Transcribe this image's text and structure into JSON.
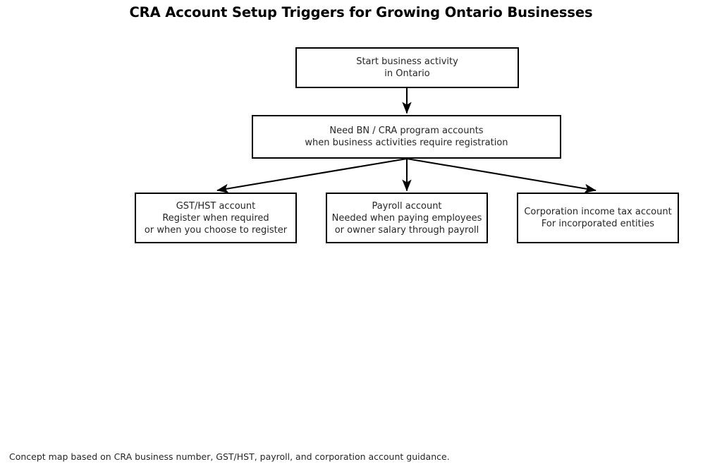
{
  "diagram": {
    "title": "CRA Account Setup Triggers for Growing Ontario Businesses",
    "footer": "Concept map based on CRA business number, GST/HST, payroll, and corporation account guidance.",
    "colors": {
      "background": "#ffffff",
      "border": "#000000",
      "text": "#262626",
      "title": "#000000",
      "connector": "#000000"
    },
    "nodes": [
      {
        "id": "start",
        "lines": [
          "Start business activity",
          "in Ontario"
        ]
      },
      {
        "id": "need",
        "lines": [
          "Need BN / CRA program accounts",
          "when business activities require registration"
        ]
      },
      {
        "id": "gst",
        "lines": [
          "GST/HST account",
          "Register when required",
          "or when you choose to register"
        ]
      },
      {
        "id": "payroll",
        "lines": [
          "Payroll account",
          "Needed when paying employees",
          "or owner salary through payroll"
        ]
      },
      {
        "id": "corp",
        "lines": [
          "Corporation income tax account",
          "For incorporated entities"
        ]
      }
    ],
    "connectors": [
      {
        "id": "start-to-need",
        "from": "start",
        "to": "need"
      },
      {
        "id": "need-to-gst",
        "from": "need",
        "to": "gst"
      },
      {
        "id": "need-to-payroll",
        "from": "need",
        "to": "payroll"
      },
      {
        "id": "need-to-corp",
        "from": "need",
        "to": "corp"
      }
    ]
  }
}
